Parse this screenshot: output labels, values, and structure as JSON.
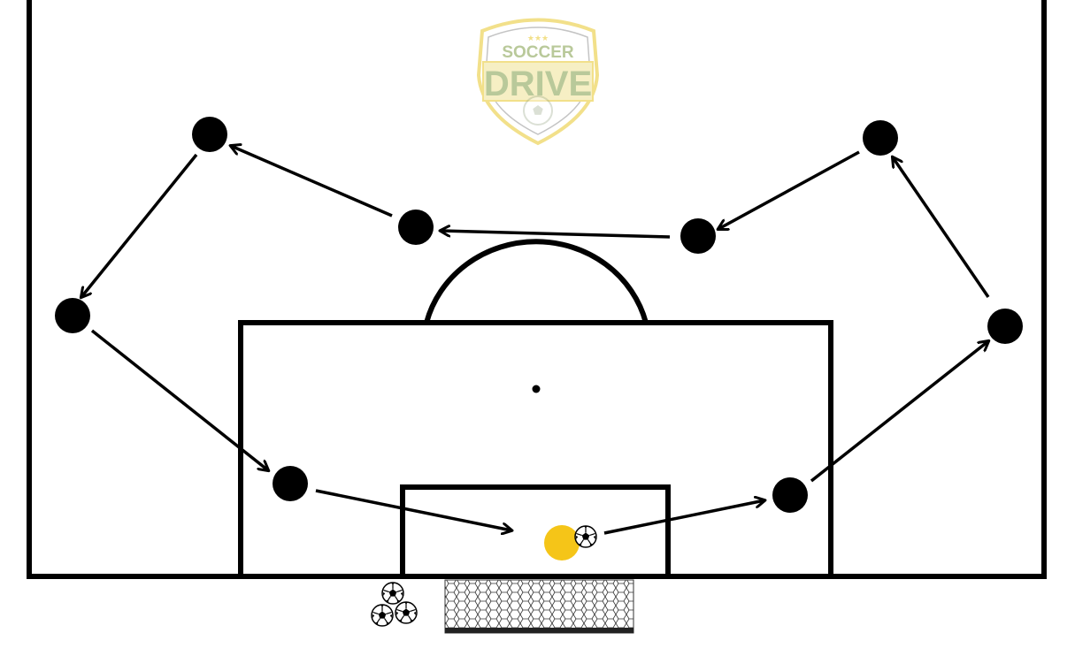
{
  "logo": {
    "line1": "SOCCER",
    "line2": "DRIVE",
    "stars": "★★★",
    "color_gold": "#f2e08a",
    "color_green": "#b9c99a",
    "color_grey": "#c4c4c4"
  },
  "colors": {
    "lines": "#000000",
    "player": "#000000",
    "keeper": "#f5c518",
    "background": "#ffffff"
  },
  "players": [
    {
      "id": "p1",
      "label": ""
    },
    {
      "id": "p2",
      "label": ""
    },
    {
      "id": "p3",
      "label": ""
    },
    {
      "id": "p4",
      "label": ""
    },
    {
      "id": "p5",
      "label": ""
    },
    {
      "id": "p6",
      "label": ""
    },
    {
      "id": "p7",
      "label": ""
    },
    {
      "id": "p8",
      "label": ""
    }
  ],
  "passes": [
    {
      "from": "p5",
      "to": "keeper"
    },
    {
      "from": "keeper",
      "to": "p6"
    },
    {
      "from": "p6",
      "to": "p8"
    },
    {
      "from": "p8",
      "to": "p7"
    },
    {
      "from": "p7",
      "to": "p4"
    },
    {
      "from": "p4",
      "to": "p3"
    },
    {
      "from": "p3",
      "to": "p1"
    },
    {
      "from": "p1",
      "to": "p2"
    },
    {
      "from": "p2",
      "to": "p5"
    }
  ],
  "keeper": {
    "role": "goalkeeper",
    "has_ball": true
  },
  "ball_supply": {
    "count": 3
  }
}
